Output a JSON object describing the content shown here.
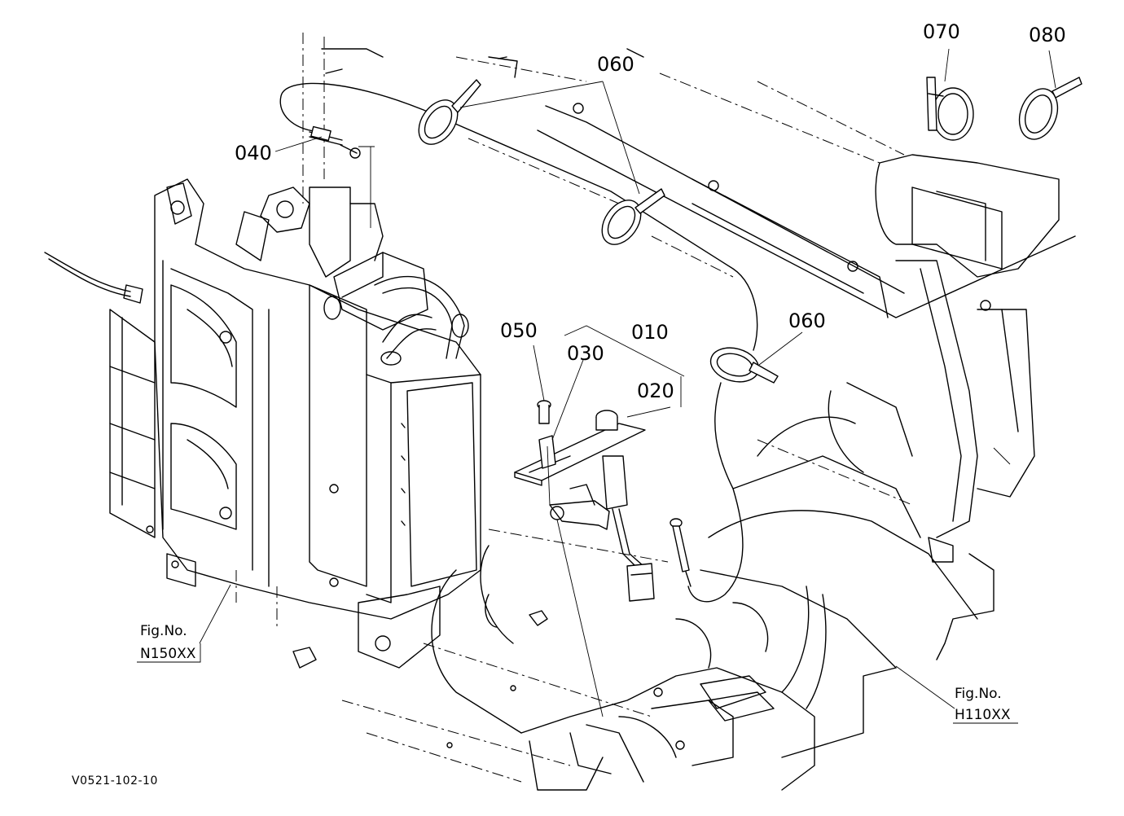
{
  "callouts": {
    "c010": "010",
    "c020": "020",
    "c030": "030",
    "c040": "040",
    "c050": "050",
    "c060_top": "060",
    "c060_mid": "060",
    "c070": "070",
    "c080": "080"
  },
  "figure_refs": {
    "left": {
      "label": "Fig.No.",
      "number": "N150XX"
    },
    "right": {
      "label": "Fig.No.",
      "number": "H110XX"
    }
  },
  "footer": {
    "code": "V0521-102-10"
  }
}
